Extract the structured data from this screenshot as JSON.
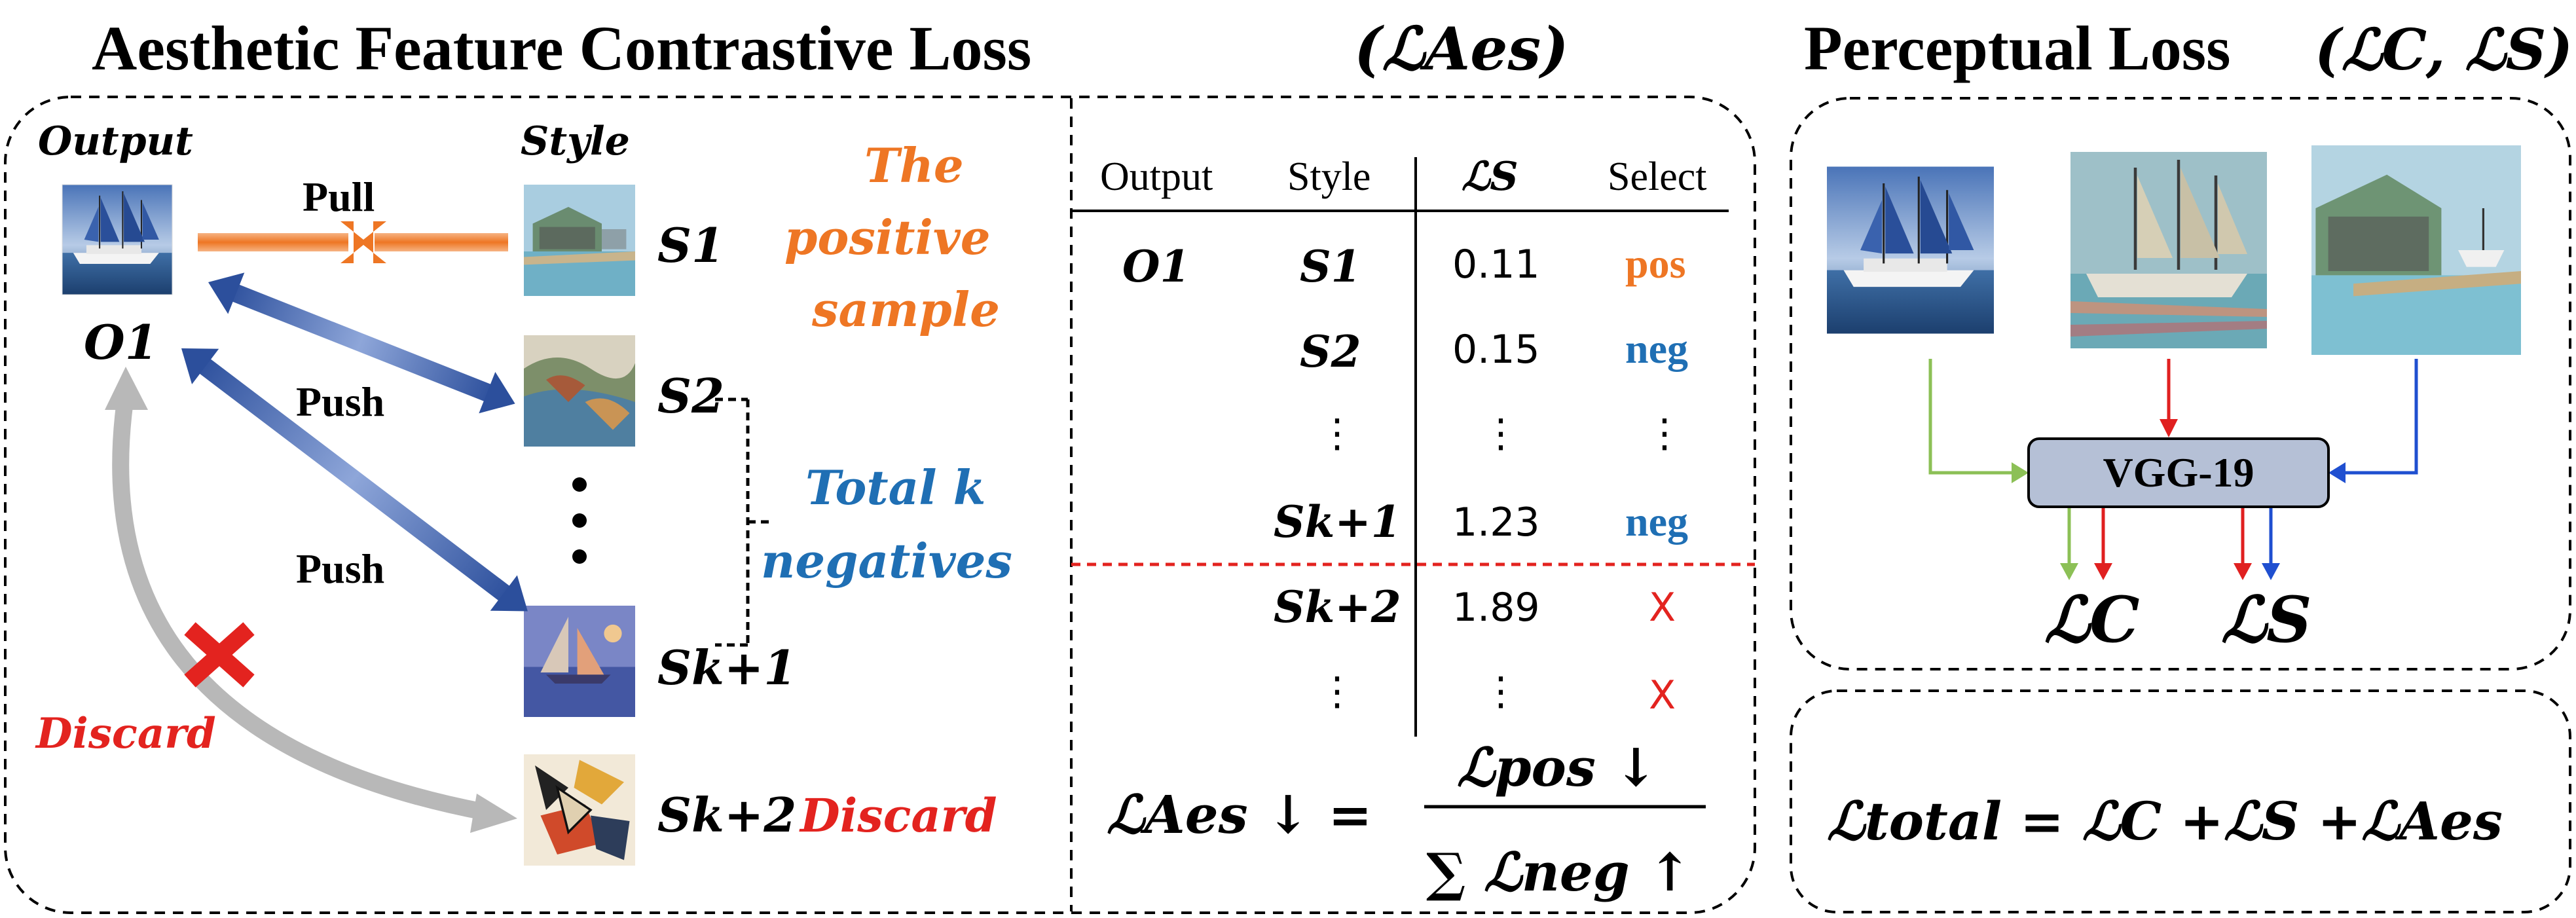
{
  "titles": {
    "left": "Aesthetic Feature Contrastive Loss",
    "left_symbol": "(ℒAes)",
    "right": "Perceptual Loss",
    "right_symbol": "(ℒC, ℒS)"
  },
  "left_panel": {
    "output_label": "Output",
    "style_label": "Style",
    "output_symbol": "O1",
    "pull_label": "Pull",
    "push_label_1": "Push",
    "push_label_2": "Push",
    "discard_label": "Discard",
    "style_symbols": [
      "S1",
      "S2",
      "Sk+1",
      "Sk+2"
    ],
    "positive_text": [
      "The",
      "positive",
      "sample"
    ],
    "negatives_text": [
      "Total k",
      "negatives"
    ],
    "discard_right": "Discard",
    "ellipsis": "⋮"
  },
  "table": {
    "headers": [
      "Output",
      "Style",
      "ℒS",
      "Select"
    ],
    "rows": [
      {
        "output": "O1",
        "style": "S1",
        "value": "0.11",
        "select": "pos"
      },
      {
        "output": "",
        "style": "S2",
        "value": "0.15",
        "select": "neg"
      },
      {
        "output": "",
        "style": "⋮",
        "value": "⋮",
        "select": "⋮"
      },
      {
        "output": "",
        "style": "Sk+1",
        "value": "1.23",
        "select": "neg"
      },
      {
        "output": "",
        "style": "Sk+2",
        "value": "1.89",
        "select": "X"
      },
      {
        "output": "",
        "style": "⋮",
        "value": "⋮",
        "select": "X"
      }
    ]
  },
  "formula_aes": {
    "lhs": "ℒAes ↓ =",
    "numerator": "ℒpos ↓",
    "denominator": "∑ ℒneg ↑"
  },
  "perceptual": {
    "vgg_label": "VGG-19",
    "loss_c": "ℒC",
    "loss_s": "ℒS"
  },
  "total_formula": "ℒtotal = ℒC +ℒS +ℒAes",
  "colors": {
    "orange": "#ee7624",
    "blue": "#1f6fb4",
    "red": "#e3231f",
    "pull_arrow": "#f08a3c",
    "push_arrow": "#3f67b0",
    "discard_arrow": "#b8b8b8",
    "vgg_fill": "#b5c0d6",
    "green_line": "#8cc056",
    "red_line": "#e02020",
    "blue_line": "#1f4fd0"
  },
  "icons": [
    "ship-image",
    "painting-thumbnail",
    "red-x-icon"
  ]
}
